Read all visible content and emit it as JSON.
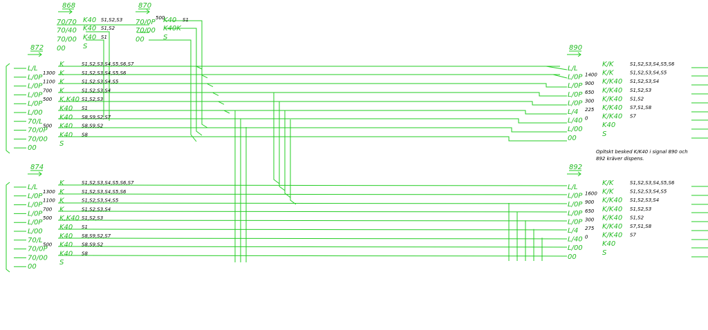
{
  "colors": {
    "line": "#22cc22",
    "text": "#000000",
    "text_green": "#22bb22",
    "background": "#ffffff"
  },
  "top": {
    "sig868": "868",
    "sig870": "870",
    "left_aspects": [
      "70/70",
      "70/40",
      "70/00",
      "00"
    ],
    "left_indications": [
      "K40",
      "K40",
      "K40",
      "S"
    ],
    "left_sections": [
      "S1,S2,S3",
      "S1,S2",
      "S1",
      ""
    ],
    "right_aspects": [
      "70/0P",
      "70/00",
      "00"
    ],
    "right_distance": "500",
    "right_indications": [
      "K40",
      "K40K",
      "S"
    ],
    "right_sections": [
      "S1",
      "",
      ""
    ]
  },
  "group872": {
    "id": "872",
    "aspects": [
      "L/L",
      "L/0P",
      "L/0P",
      "L/0P",
      "L/0P",
      "L/00",
      "70/L",
      "70/0P",
      "70/00",
      "00"
    ],
    "distances": [
      "",
      "1300",
      "1100",
      "700",
      "500",
      "",
      "",
      "500",
      "",
      ""
    ],
    "indications": [
      "K",
      "K",
      "K",
      "K",
      "K,K40",
      "K40",
      "K40",
      "K40",
      "K40",
      "S"
    ],
    "sections": [
      "S1,S2,S3,S4,S5,S6,S7",
      "S1,S2,S3,S4,S5,S6",
      "S1,S2,S3,S4,S5",
      "S1,S2,S3,S4",
      "S1,S2,S3",
      "S1",
      "S8,S9,S2,S7",
      "S8,S9,S2",
      "S8",
      ""
    ]
  },
  "group874": {
    "id": "874",
    "aspects": [
      "L/L",
      "L/0P",
      "L/0P",
      "L/0P",
      "L/0P",
      "L/00",
      "70/L",
      "70/0P",
      "70/00",
      "00"
    ],
    "distances": [
      "",
      "1300",
      "1100",
      "700",
      "500",
      "",
      "",
      "500",
      "",
      ""
    ],
    "indications": [
      "K",
      "K",
      "K",
      "K",
      "K,K40",
      "K40",
      "K40",
      "K40",
      "K40",
      "S"
    ],
    "sections": [
      "S1,S2,S3,S4,S5,S6,S7",
      "S1,S2,S3,S4,S5,S6",
      "S1,S2,S3,S4,S5",
      "S1,S2,S3,S4",
      "S1,S2,S3",
      "S1",
      "S8,S9,S2,S7",
      "S8,S9,S2",
      "S8",
      ""
    ]
  },
  "group890": {
    "id": "890",
    "aspects": [
      "L/L",
      "L/0P",
      "L/0P",
      "L/0P",
      "L/0P",
      "L/4",
      "L/40",
      "L/00",
      "00"
    ],
    "distances": [
      "",
      "1400",
      "900",
      "650",
      "300",
      "225",
      "0",
      "",
      ""
    ],
    "indications": [
      "K/K",
      "K/K",
      "K/K40",
      "K/K40",
      "K/K40",
      "K/K40",
      "K/K40",
      "K40",
      "S"
    ],
    "sections": [
      "S1,S2,S3,S4,S5,S6",
      "S1,S2,S3,S4,S5",
      "S1,S2,S3,S4",
      "S1,S2,S3",
      "S1,S2",
      "S7,S1,S8",
      "S7",
      "",
      ""
    ]
  },
  "group892": {
    "id": "892",
    "aspects": [
      "L/L",
      "L/0P",
      "L/0P",
      "L/0P",
      "L/0P",
      "L/4",
      "L/40",
      "L/00",
      "00"
    ],
    "distances": [
      "",
      "1600",
      "900",
      "650",
      "300",
      "275",
      "0",
      "",
      ""
    ],
    "indications": [
      "K/K",
      "K/K",
      "K/K40",
      "K/K40",
      "K/K40",
      "K/K40",
      "K/K40",
      "K40",
      "S"
    ],
    "sections": [
      "S1,S2,S3,S4,S5,S6",
      "S1,S2,S3,S4,S5",
      "S1,S2,S3,S4",
      "S1,S2,S3",
      "S1,S2",
      "S7,S1,S8",
      "S7",
      "",
      ""
    ]
  },
  "note": {
    "line1": "Opltskt besked K/K40 i signal 890 och",
    "line2": "892 kräver dispens."
  }
}
